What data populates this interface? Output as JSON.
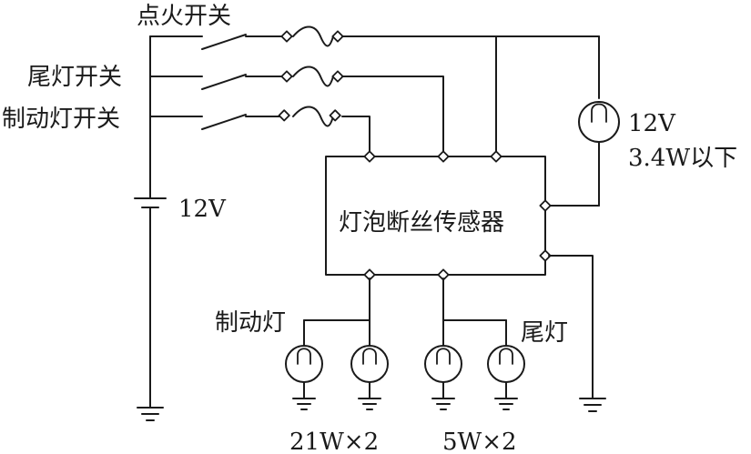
{
  "labels": {
    "ignition_switch": "点火开关",
    "tail_switch": "尾灯开关",
    "brake_switch": "制动灯开关",
    "battery_voltage": "12V",
    "sensor": "灯泡断丝传感器",
    "indicator_voltage": "12V",
    "indicator_power": "3.4W以下",
    "brake_lamp": "制动灯",
    "tail_lamp": "尾灯",
    "brake_rating": "21W×2",
    "tail_rating": "5W×2"
  }
}
